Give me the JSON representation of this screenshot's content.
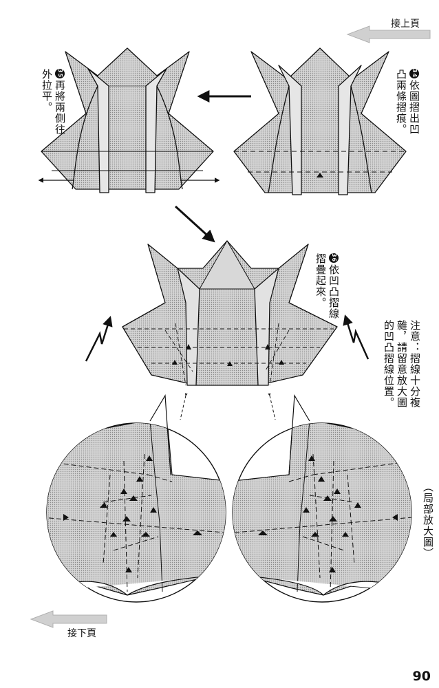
{
  "nav": {
    "prev_page_label": "接上頁",
    "next_page_label": "接下頁"
  },
  "steps": [
    {
      "number": "35",
      "text": "再將兩側往外拉平。"
    },
    {
      "number": "34",
      "text": "依圖摺出凹凸兩條摺痕。"
    },
    {
      "number": "36",
      "text": "依凹凸摺線摺疊起來。"
    }
  ],
  "note": {
    "text": "注意：摺線十分複雜，請留意放大圖的凹凸摺線位置。"
  },
  "zoom_label": "（局部放大圖）",
  "page_number": "90",
  "colors": {
    "paper_fill": "#c9c9c9",
    "line": "#111111",
    "arrow_gray": "#bdbdbd"
  }
}
